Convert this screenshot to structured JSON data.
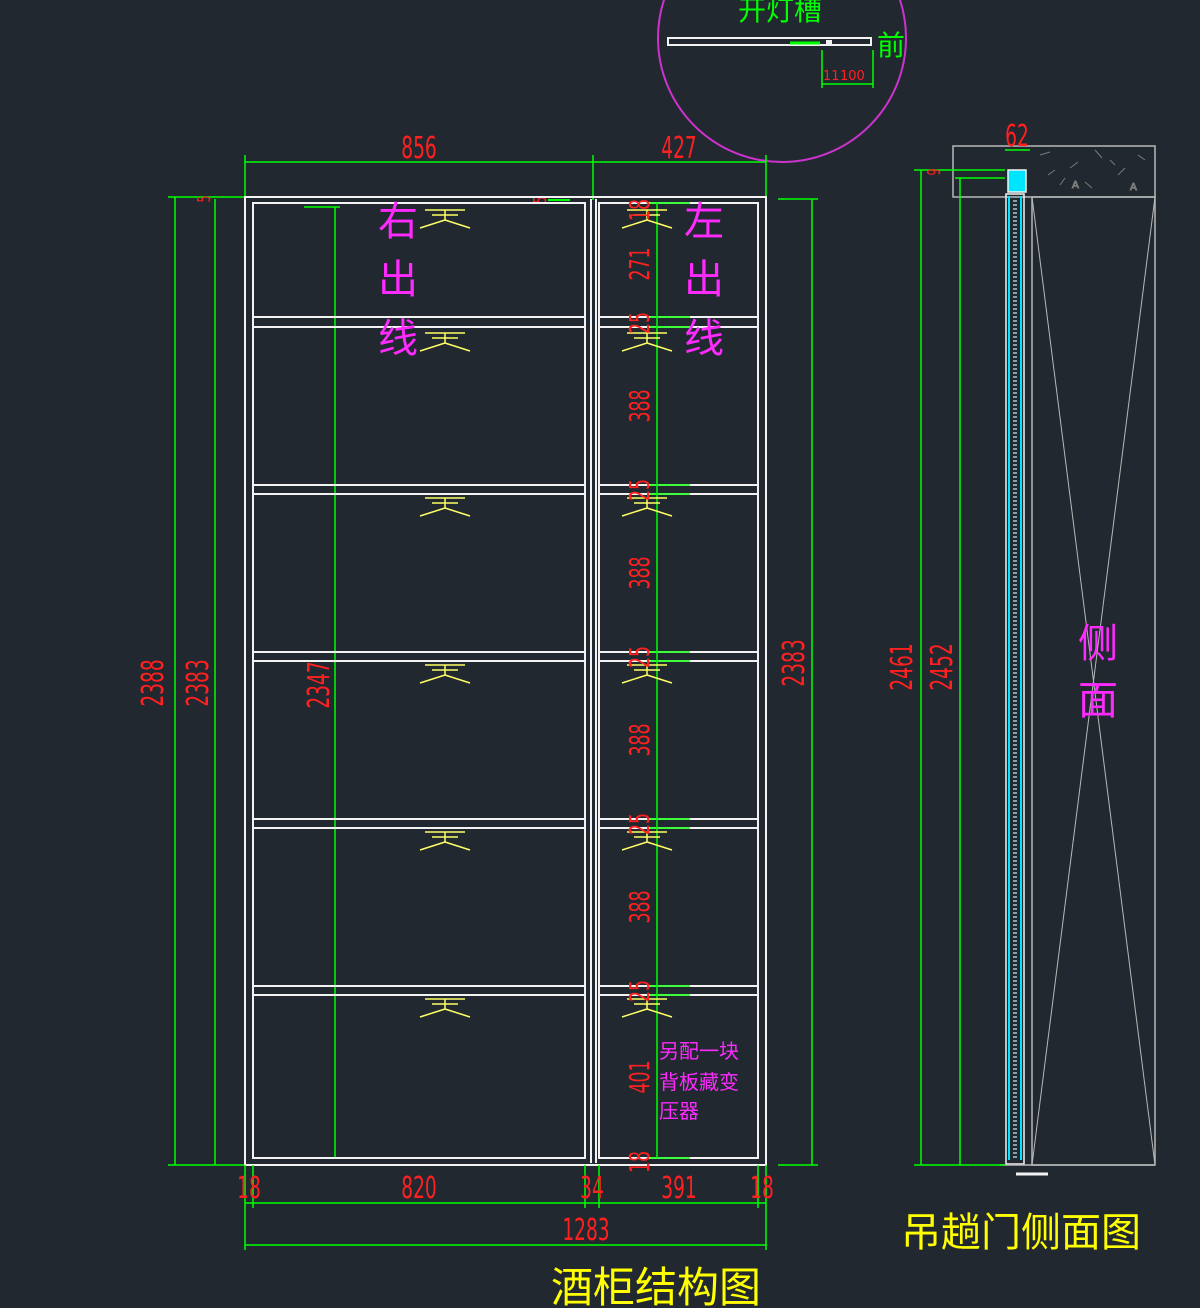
{
  "colors": {
    "background": "#212830",
    "panel": "#f2f2f2",
    "dimension_line": "#00ff00",
    "dimension_text": "#ff2020",
    "label_text": "#ff2aff",
    "title_text": "#ffff00",
    "fixture": "#ffff66",
    "led_strip": "#00e5ff",
    "circle": "#cc33cc",
    "outline": "#b8b8b8"
  },
  "detail": {
    "label": "开灯槽",
    "front_label": "前",
    "dim_a": "11",
    "dim_b": "100"
  },
  "front_view": {
    "title": "酒柜结构图",
    "right_outlet_label": [
      "右",
      "出",
      "线"
    ],
    "left_outlet_label": [
      "左",
      "出",
      "线"
    ],
    "note": [
      "另配一块",
      "背板藏变",
      "压器"
    ],
    "dims": {
      "top_left": "856",
      "top_right": "427",
      "height_outer": "2388",
      "height_inner": "2383",
      "height_right": "2383",
      "height_center": "2347",
      "top_offset_left": "5",
      "top_offset_mid": "5",
      "top_gap": "18",
      "bottom_left": "18",
      "bottom_mid_width": "820",
      "bottom_divider": "34",
      "bottom_right_width": "391",
      "bottom_right": "18",
      "total_width": "1283",
      "bottom_gap": "18",
      "shelf_gaps": [
        "271",
        "25",
        "388",
        "25",
        "388",
        "25",
        "388",
        "25",
        "388",
        "25",
        "401"
      ]
    }
  },
  "side_view": {
    "title": "吊趟门侧面图",
    "label": [
      "侧",
      "面"
    ],
    "dims": {
      "top_width": "62",
      "top_offset": "9",
      "height_outer": "2461",
      "height_inner": "2452"
    }
  }
}
